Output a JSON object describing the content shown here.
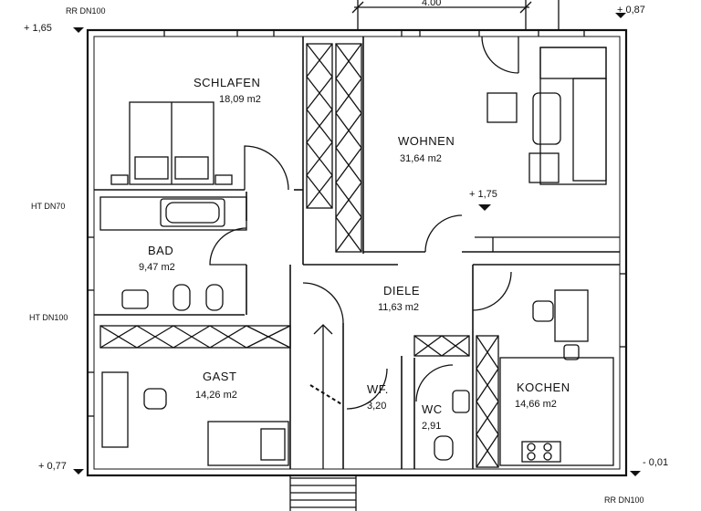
{
  "dimension": "4.00",
  "levels": {
    "top_right": "0,87",
    "top_left": "1,65",
    "interior": "1,75",
    "bottom_left": "0,77",
    "bottom_right": "0,01"
  },
  "pipes": {
    "rr_top_left": "RR  DN100",
    "ht_dn70": "HT  DN70",
    "ht_dn100": "HT  DN100",
    "rr_bottom_right": "RR  DN100"
  },
  "rooms": [
    {
      "name": "SCHLAFEN",
      "area": "18,09  m2"
    },
    {
      "name": "WOHNEN",
      "area": "31,64  m2"
    },
    {
      "name": "BAD",
      "area": "9,47  m2"
    },
    {
      "name": "DIELE",
      "area": "11,63  m2"
    },
    {
      "name": "GAST",
      "area": "14,26  m2"
    },
    {
      "name": "WF.",
      "area": "3,20"
    },
    {
      "name": "WC",
      "area": "2,91"
    },
    {
      "name": "KOCHEN",
      "area": "14,66  m2"
    }
  ],
  "colors": {
    "line": "#111111",
    "background": "#ffffff"
  }
}
